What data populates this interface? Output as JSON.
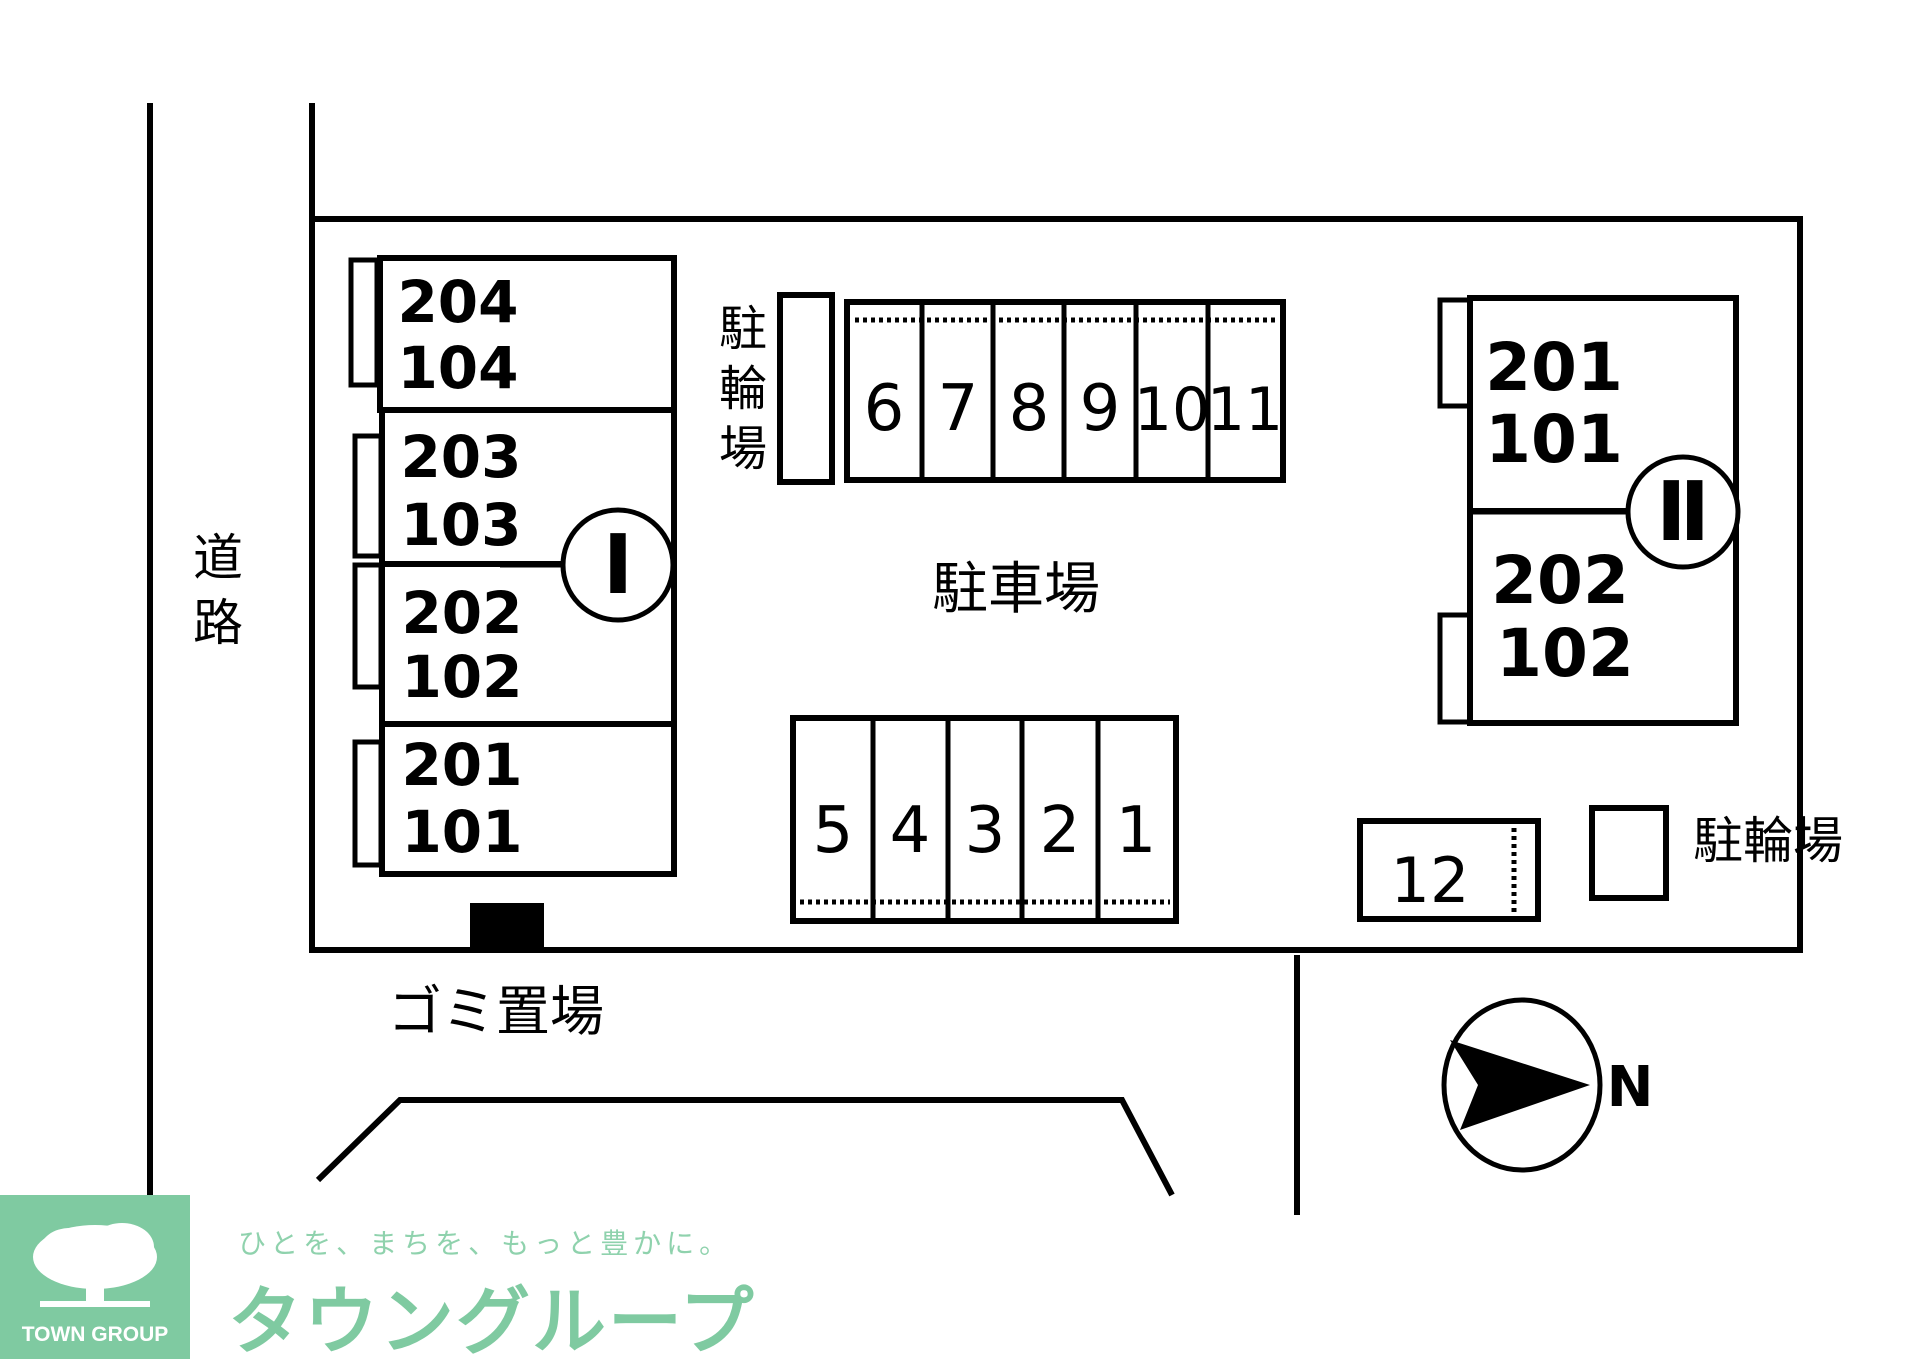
{
  "road_label": "道路",
  "building_1": {
    "marker": "Ⅰ",
    "units": [
      {
        "upper": "204",
        "lower": "104"
      },
      {
        "upper": "203",
        "lower": "103"
      },
      {
        "upper": "202",
        "lower": "102"
      },
      {
        "upper": "201",
        "lower": "101"
      }
    ]
  },
  "building_2": {
    "marker": "Ⅱ",
    "units": [
      {
        "upper": "201",
        "lower": "101"
      },
      {
        "upper": "202",
        "lower": "102"
      }
    ]
  },
  "bike_parking_top_label": "駐輪場",
  "bike_parking_right_label": "駐輪場",
  "parking_label": "駐車場",
  "parking_top_row": [
    "6",
    "7",
    "8",
    "9",
    "10",
    "11"
  ],
  "parking_bottom_row": [
    "5",
    "4",
    "3",
    "2",
    "1"
  ],
  "parking_single": "12",
  "garbage_label": "ゴミ置場",
  "north_label": "N",
  "logo": {
    "slogan": "ひとを、まちを、もっと豊かに。",
    "brand": "タウングループ",
    "name": "TOWN GROUP"
  }
}
